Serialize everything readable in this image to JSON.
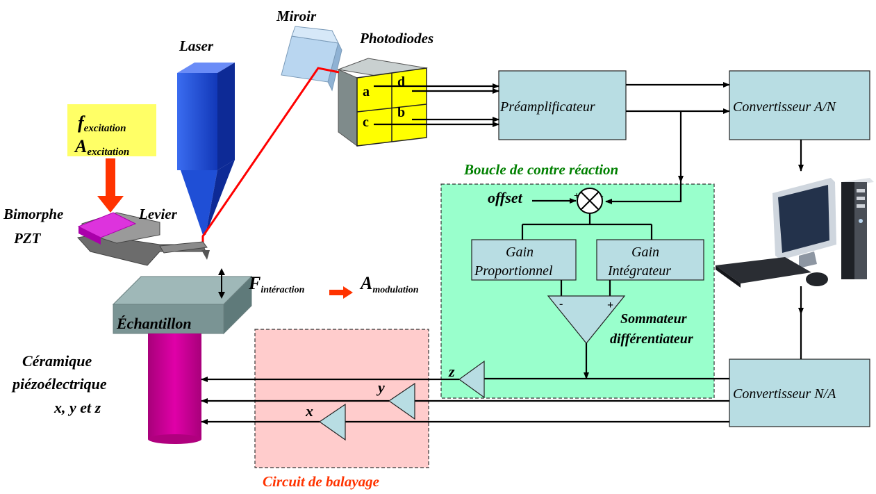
{
  "labels": {
    "miroir": "Miroir",
    "photodiodes": "Photodiodes",
    "laser": "Laser",
    "pd_a": "a",
    "pd_b": "b",
    "pd_c": "c",
    "pd_d": "d",
    "f_main": "f",
    "f_sub": "excitation",
    "a_main": "A",
    "a_sub": "excitation",
    "bimorphe": "Bimorphe",
    "pzt": "PZT",
    "levier": "Levier",
    "f_inter_main": "F",
    "f_inter_sub": "intéraction",
    "a_mod_main": "A",
    "a_mod_sub": "modulation",
    "echantillon": "Échantillon",
    "ceramique_1": "Céramique",
    "ceramique_2": "piézoélectrique",
    "ceramique_3": "x, y et z",
    "preamp": "Préamplificateur",
    "conv_an": "Convertisseur A/N",
    "conv_na": "Convertisseur N/A",
    "boucle_title": "Boucle de contre réaction",
    "offset": "offset",
    "plus_sum": "+",
    "minus_sum": "-",
    "gain_p_1": "Gain",
    "gain_p_2": "Proportionnel",
    "gain_i_1": "Gain",
    "gain_i_2": "Intégrateur",
    "sommateur_1": "Sommateur",
    "sommateur_2": "différentiateur",
    "diff_minus": "-",
    "diff_plus": "+",
    "axis_z": "z",
    "axis_y": "y",
    "axis_x": "x",
    "circuit_title": "Circuit de balayage"
  },
  "colors": {
    "laser_beam": "#ff0000",
    "laser_body": "#1f4fd6",
    "excitation_box": "#ffff66",
    "excitation_arrow": "#ff3300",
    "bimorphe": "#cc00cc",
    "ceramique": "#cc0099",
    "photodiode": "#ffff00",
    "feedback_bg": "#99ffcc",
    "feedback_title": "#008000",
    "scan_bg": "#ffcccc",
    "scan_title": "#ff3300",
    "blocks": "#b8dde3"
  }
}
